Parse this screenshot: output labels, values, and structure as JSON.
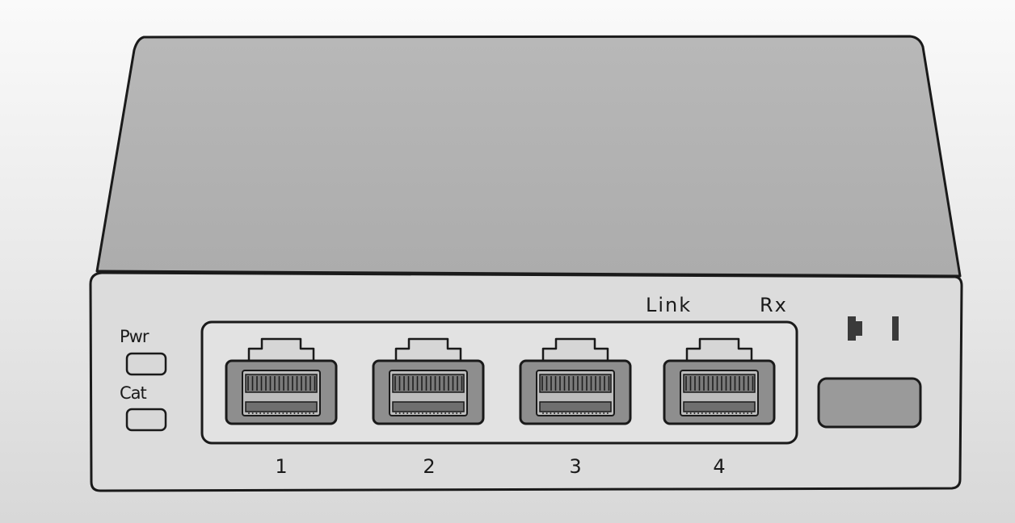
{
  "device": {
    "leds": [
      {
        "label": "Pwr"
      },
      {
        "label": "Cat"
      }
    ],
    "indicator_labels": {
      "link": "Link",
      "rx": "Rx"
    },
    "ports": [
      {
        "number": "1"
      },
      {
        "number": "2"
      },
      {
        "number": "3"
      },
      {
        "number": "4"
      }
    ],
    "colors": {
      "top_face": "#b5b5b5",
      "front_face": "#dcdcdc",
      "port_body": "#8e8e8e",
      "port_inner": "#bdbdbd",
      "outline": "#1a1a1a",
      "slot": "#9a9a9a"
    }
  }
}
